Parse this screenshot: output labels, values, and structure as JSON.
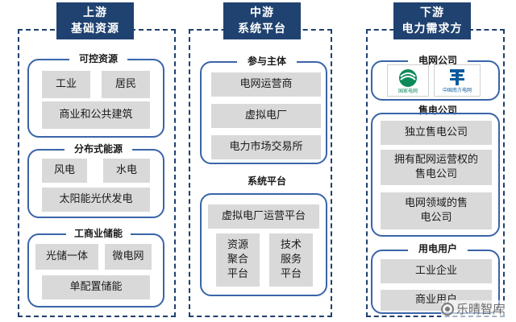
{
  "upstream": {
    "header_line1": "上游",
    "header_line2": "基础资源",
    "controllable": {
      "title": "可控资源",
      "items": [
        "工业",
        "居民",
        "商业和公共建筑"
      ]
    },
    "distributed": {
      "title": "分布式能源",
      "items": [
        "风电",
        "水电",
        "太阳能光伏发电"
      ]
    },
    "storage": {
      "title": "工商业储能",
      "items": [
        "光储一体",
        "微电网",
        "单配置储能"
      ]
    }
  },
  "midstream": {
    "header_line1": "中游",
    "header_line2": "系统平台",
    "participants": {
      "title": "参与主体",
      "items": [
        "电网运营商",
        "虚拟电厂",
        "电力市场交易所"
      ]
    },
    "platform": {
      "title": "系统平台",
      "main": "虚拟电厂运营平台",
      "sub": [
        "资源聚合平台",
        "技术服务平台"
      ]
    }
  },
  "downstream": {
    "header_line1": "下游",
    "header_line2": "电力需求方",
    "grid": {
      "title": "电网公司",
      "logos": [
        {
          "icon": "state-grid-logo",
          "text": "国家电网"
        },
        {
          "icon": "china-southern-grid-logo",
          "text": "中国南方电网"
        }
      ]
    },
    "sellers": {
      "title": "售电公司",
      "items": [
        "独立售电公司",
        "拥有配网运营权的售电公司",
        "电网领域的售电公司"
      ]
    },
    "users": {
      "title": "用电用户",
      "items": [
        "工业企业",
        "商业用户"
      ]
    }
  },
  "watermark": "乐晴智库"
}
